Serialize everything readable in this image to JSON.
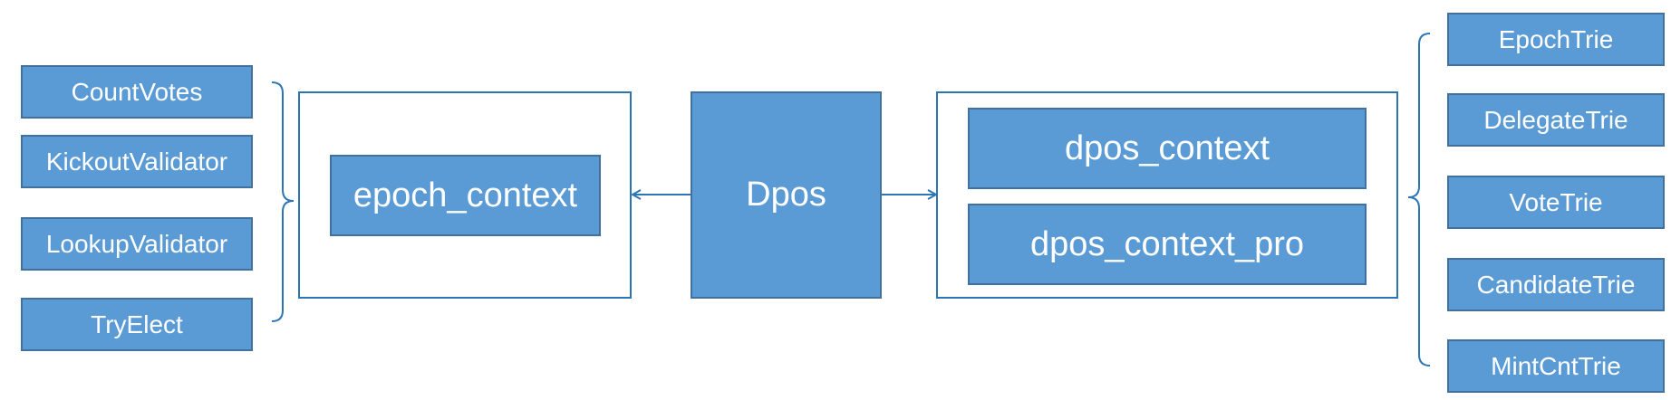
{
  "diagram": {
    "center": {
      "label": "Dpos"
    },
    "left_group": {
      "inner": {
        "label": "epoch_context"
      },
      "functions": [
        {
          "label": "CountVotes"
        },
        {
          "label": "KickoutValidator"
        },
        {
          "label": "LookupValidator"
        },
        {
          "label": "TryElect"
        }
      ]
    },
    "right_group": {
      "inner": [
        {
          "label": "dpos_context"
        },
        {
          "label": "dpos_context_pro"
        }
      ],
      "tries": [
        {
          "label": "EpochTrie"
        },
        {
          "label": "DelegateTrie"
        },
        {
          "label": "VoteTrie"
        },
        {
          "label": "CandidateTrie"
        },
        {
          "label": "MintCntTrie"
        }
      ]
    },
    "colors": {
      "box_fill": "#5b9bd5",
      "box_border": "#41719c",
      "frame_border": "#2e75b6",
      "connector": "#2e75b6",
      "text": "#ffffff"
    }
  }
}
